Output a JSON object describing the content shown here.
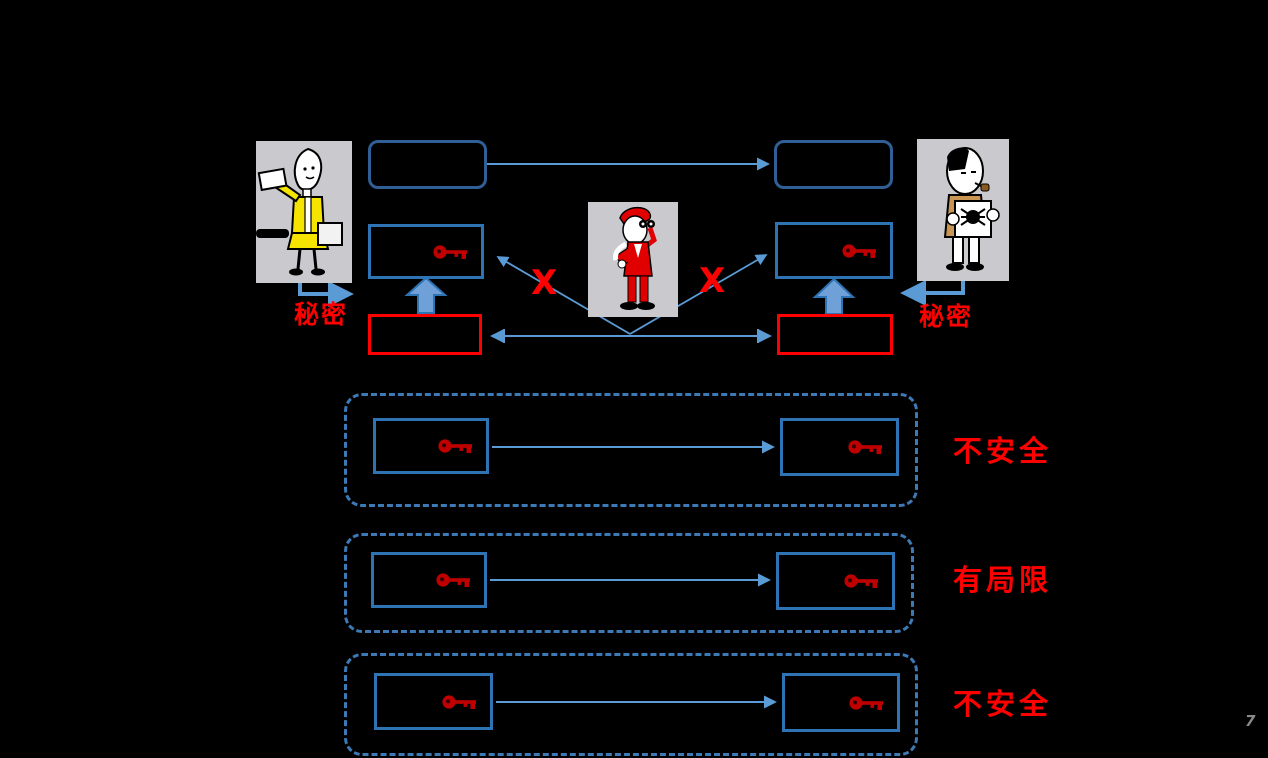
{
  "slide": {
    "page_number": "7"
  },
  "colors": {
    "background": "#000000",
    "box_border_blue": "#2E74B5",
    "rounded_box_blue": "#2F5F94",
    "connector_blue": "#5B9BD5",
    "thick_arrow_fill": "#6FA0D8",
    "alert_red": "#FF0000",
    "key_red": "#C00000",
    "page_number_gray": "#8A8A8A"
  },
  "icons": {
    "key_icon": "⚿",
    "blocked_icon": "X",
    "up_block_arrow_icon": "⇧",
    "double_headed_arrow_icon": "↔"
  },
  "key_exchange_diagram": {
    "alice_secret_label": "秘密",
    "bob_secret_label": "秘密",
    "blocked_left_label": "X",
    "blocked_right_label": "X"
  },
  "schemes": [
    {
      "label": "不安全"
    },
    {
      "label": "有局限"
    },
    {
      "label": "不安全"
    }
  ]
}
